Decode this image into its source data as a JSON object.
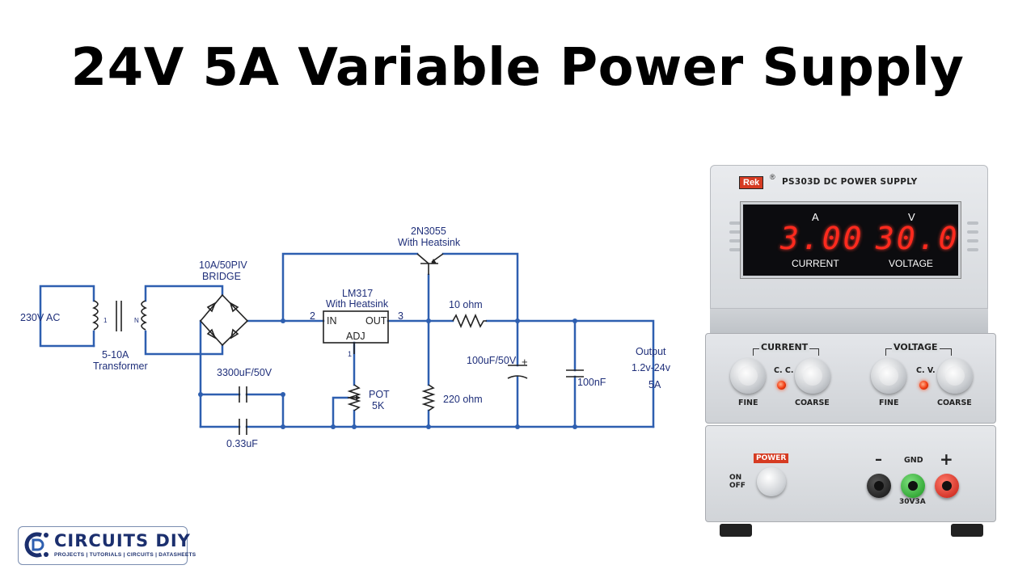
{
  "title": "24V 5A Variable Power Supply",
  "schematic": {
    "ac_input": "230V AC",
    "transformer_pin_1": "1",
    "transformer_pin_n": "N",
    "transformer_rating": "5-10A",
    "transformer_name": "Transformer",
    "bridge_rating": "10A/50PIV",
    "bridge_name": "BRIDGE",
    "transistor_model": "2N3055",
    "transistor_note": "With Heatsink",
    "regulator_model": "LM317",
    "regulator_note": "With Heatsink",
    "reg_pin_in_num": "2",
    "reg_pin_out_num": "3",
    "reg_pin_adj_num": "1",
    "reg_in": "IN",
    "reg_out": "OUT",
    "reg_adj": "ADJ",
    "cap_filter": "3300uF/50V",
    "cap_small": "0.33uF",
    "pot_name": "POT",
    "pot_value": "5K",
    "resistor_series": "10 ohm",
    "resistor_shunt": "220 ohm",
    "cap_output": "100uF/50V",
    "cap_output_polarity": "+",
    "cap_decouple": "100nF",
    "output_label": "Output",
    "output_voltage": "1.2v-24v",
    "output_current": "5A"
  },
  "device": {
    "brand": "Rek",
    "registered": "®",
    "model": "PS303D   DC POWER SUPPLY",
    "current_unit": "A",
    "voltage_unit": "V",
    "current_reading": "3.00",
    "voltage_reading": "30.0",
    "current_label": "CURRENT",
    "voltage_label": "VOLTAGE",
    "current_group": "CURRENT",
    "voltage_group": "VOLTAGE",
    "cc_label": "C. C.",
    "cv_label": "C. V.",
    "fine_label": "FINE",
    "coarse_label": "COARSE",
    "power_label": "POWER",
    "on_label": "ON",
    "off_label": "OFF",
    "minus_symbol": "–",
    "gnd_label": "GND",
    "plus_symbol": "+",
    "rating": "30V3A"
  },
  "logo": {
    "name": "CIRCUITS DIY",
    "tagline": "PROJECTS | TUTORIALS | CIRCUITS | DATASHEETS"
  },
  "colors": {
    "wire": "#2e5fb0",
    "label_text": "#1f2f7a",
    "display_digits": "#ff2a1e",
    "accent_red": "#d63b22"
  }
}
